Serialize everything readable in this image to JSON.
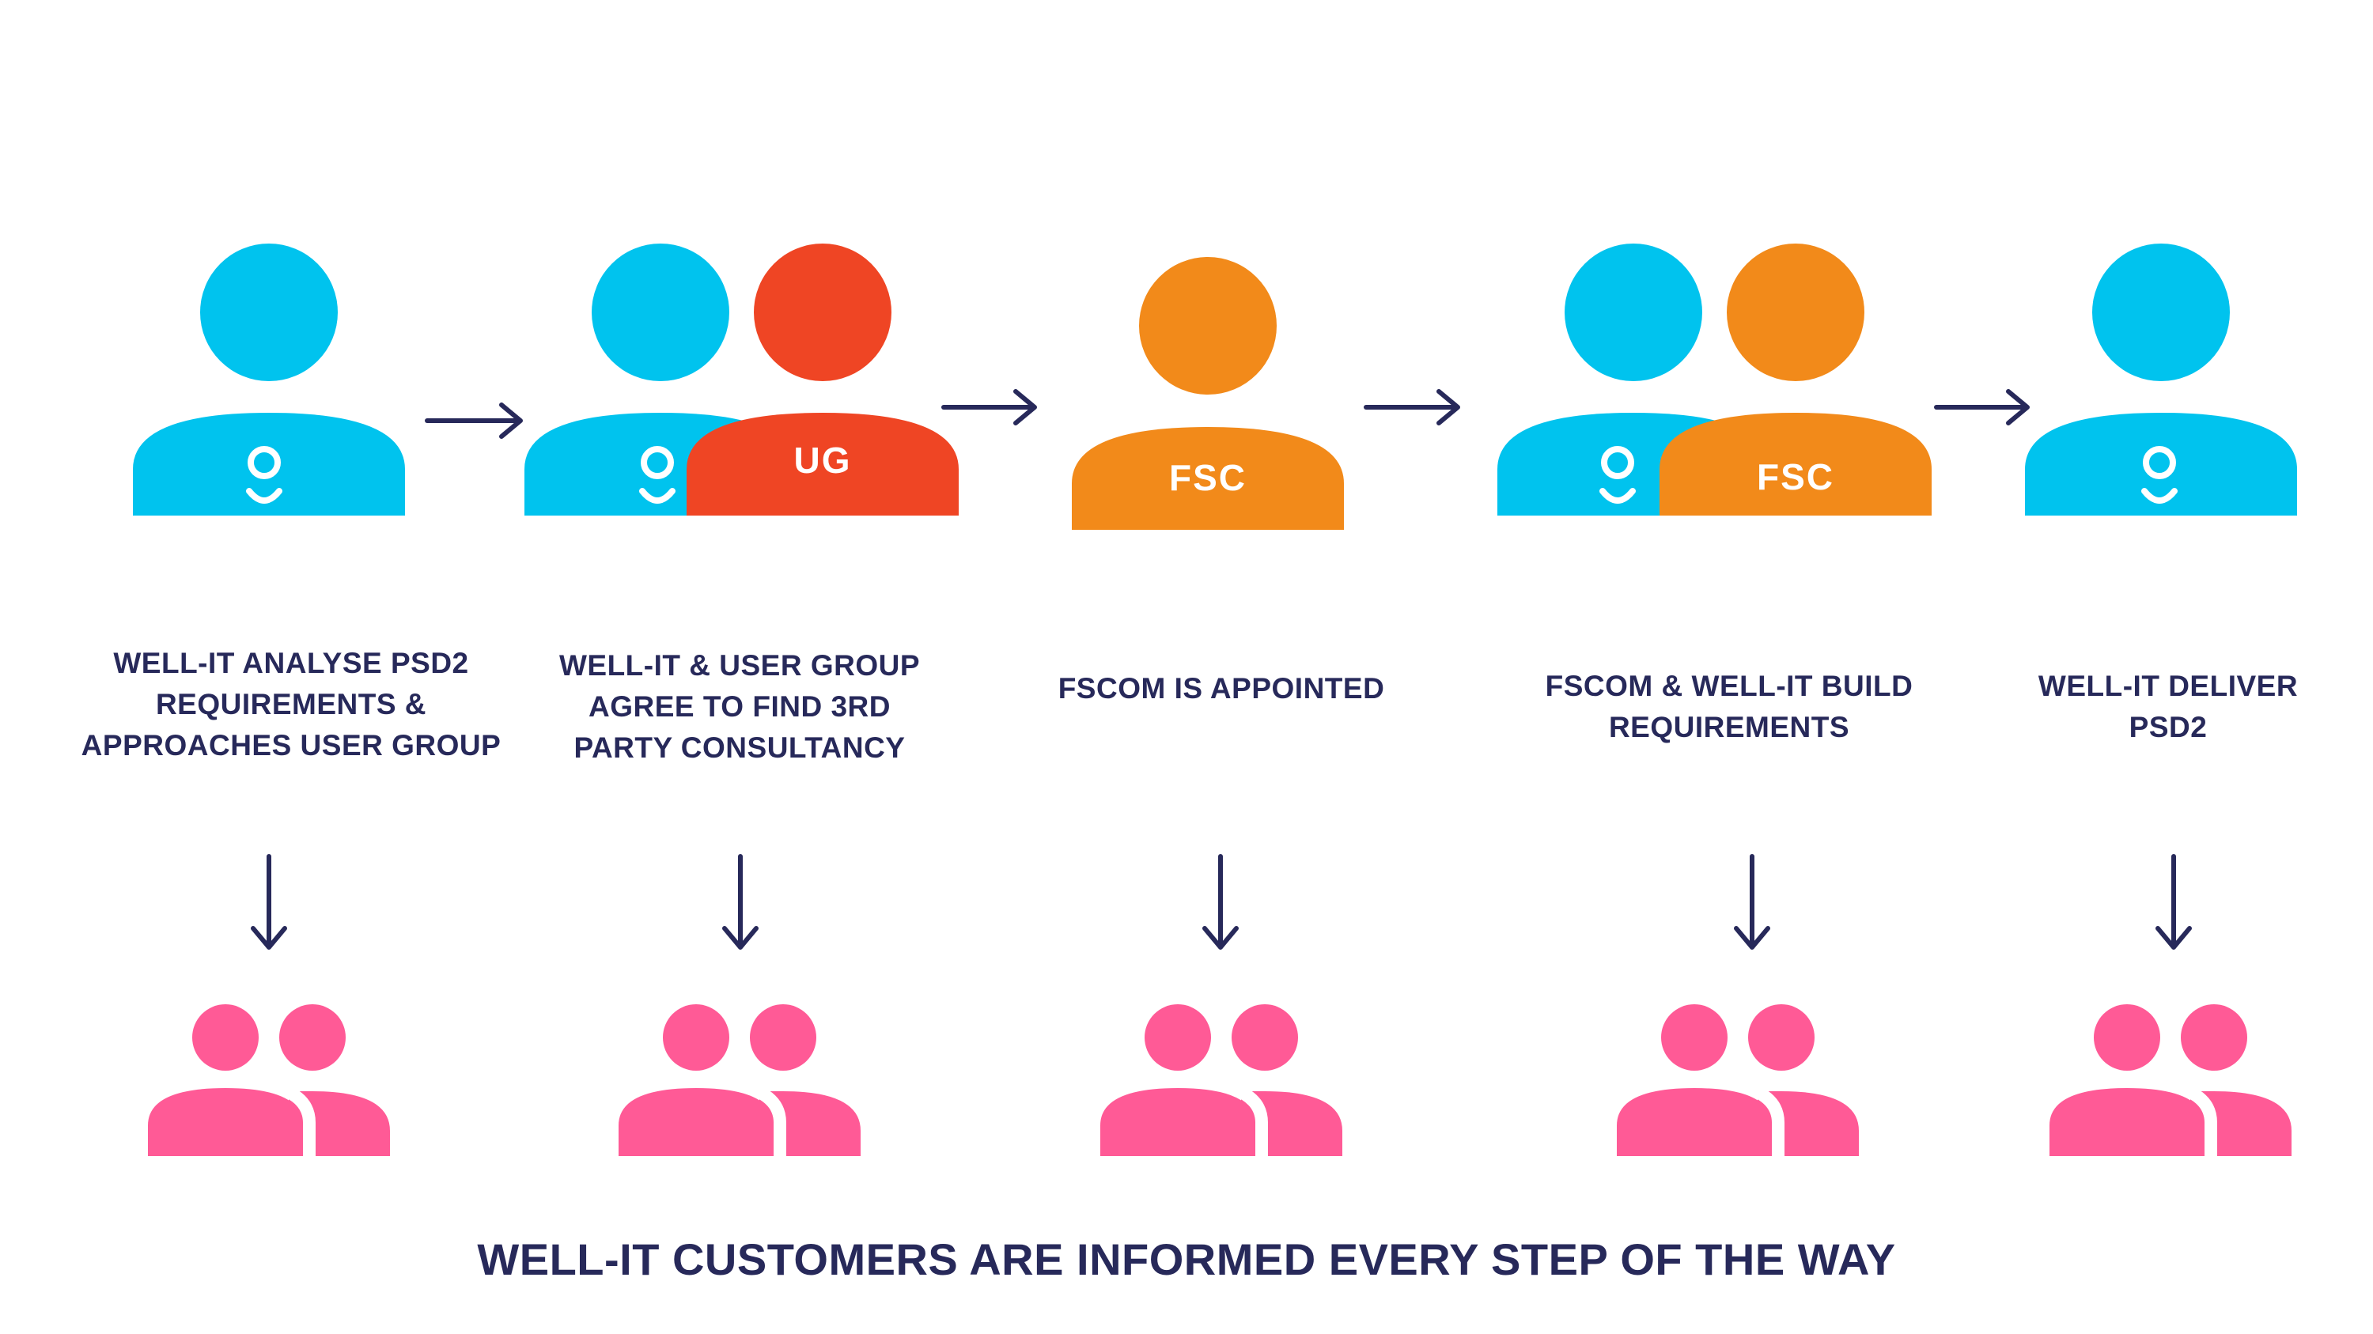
{
  "colors": {
    "well_it": "#00c3ee",
    "user_group": "#ef4524",
    "fscom": "#f28a1a",
    "customers": "#ff5a96",
    "text": "#27295a",
    "arrow": "#27295a"
  },
  "steps": [
    {
      "actors": [
        "well-it"
      ],
      "badges": [],
      "caption": [
        "WELL-IT ANALYSE PSD2",
        "REQUIREMENTS &",
        "APPROACHES USER GROUP"
      ]
    },
    {
      "actors": [
        "well-it",
        "user-group"
      ],
      "badges": [
        "UG"
      ],
      "caption": [
        "WELL-IT & USER GROUP",
        "AGREE TO FIND 3RD",
        "PARTY CONSULTANCY"
      ]
    },
    {
      "actors": [
        "fscom"
      ],
      "badges": [
        "FSC"
      ],
      "caption": [
        "FSCOM IS APPOINTED"
      ]
    },
    {
      "actors": [
        "well-it",
        "fscom"
      ],
      "badges": [
        "FSC"
      ],
      "caption": [
        "FSCOM & WELL-IT BUILD",
        "REQUIREMENTS"
      ]
    },
    {
      "actors": [
        "well-it"
      ],
      "badges": [],
      "caption": [
        "WELL-IT DELIVER",
        "PSD2"
      ]
    }
  ],
  "footer": "WELL-IT CUSTOMERS ARE INFORMED EVERY STEP OF THE WAY",
  "icons": {
    "well_it_logo": "well-it-logo-icon",
    "customers": "customers-group-icon",
    "flow_arrow": "arrow-right-icon",
    "inform_arrow": "arrow-down-icon"
  }
}
